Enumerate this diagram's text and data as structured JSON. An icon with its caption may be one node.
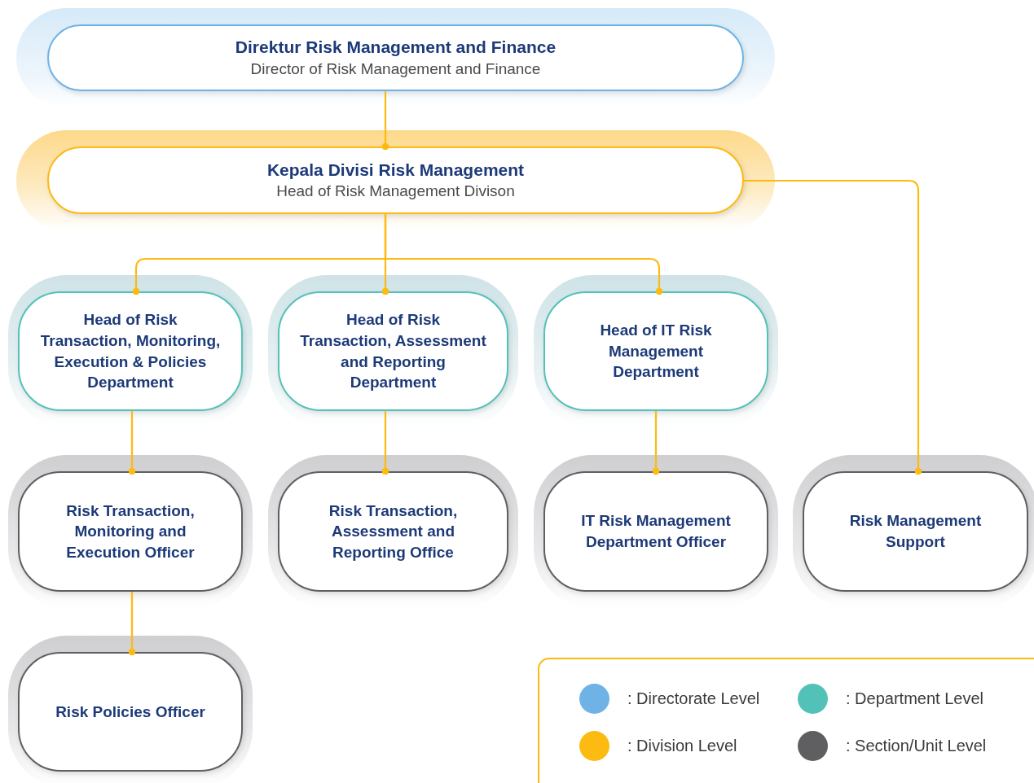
{
  "diagram": {
    "nodes": [
      {
        "text": [
          "Direktur Risk Management and Finance",
          "Director of Risk Management and Finance"
        ]
      },
      {
        "text": [
          "Kepala Divisi Risk Management",
          "Head of Risk Management Divison"
        ]
      },
      {
        "text": [
          "Head of Risk Transaction, Monitoring, Execution & Policies Department"
        ]
      },
      {
        "text": [
          "Head of Risk Transaction, Assessment and Reporting Department"
        ]
      },
      {
        "text": [
          "Head of IT Risk Management Department"
        ]
      },
      {
        "text": [
          "Risk Transaction, Monitoring and Execution Officer"
        ]
      },
      {
        "text": [
          "Risk Transaction, Assessment and Reporting Office"
        ]
      },
      {
        "text": [
          "IT Risk Management Department Officer"
        ]
      },
      {
        "text": [
          "Risk Management Support"
        ]
      },
      {
        "text": [
          "Risk Policies Officer"
        ]
      }
    ],
    "edges": [
      {
        "from": 0,
        "to": 1,
        "arrow": "other"
      },
      {
        "from": 1,
        "to": 2,
        "arrow": "other"
      },
      {
        "from": 1,
        "to": 3,
        "arrow": "other"
      },
      {
        "from": 1,
        "to": 4,
        "arrow": "other"
      },
      {
        "from": 1,
        "to": 8,
        "arrow": "other"
      },
      {
        "from": 2,
        "to": 5,
        "arrow": "other"
      },
      {
        "from": 3,
        "to": 6,
        "arrow": "other"
      },
      {
        "from": 4,
        "to": 7,
        "arrow": "other"
      },
      {
        "from": 5,
        "to": 9,
        "arrow": "other"
      }
    ],
    "legend": [
      {
        "text": ": Directorate Level",
        "color": "#6fb3e6"
      },
      {
        "text": ": Department Level",
        "color": "#52c2b9"
      },
      {
        "text": ": Division Level",
        "color": "#fdbb11"
      },
      {
        "text": ": Section/Unit Level",
        "color": "#5f5f62"
      }
    ]
  }
}
